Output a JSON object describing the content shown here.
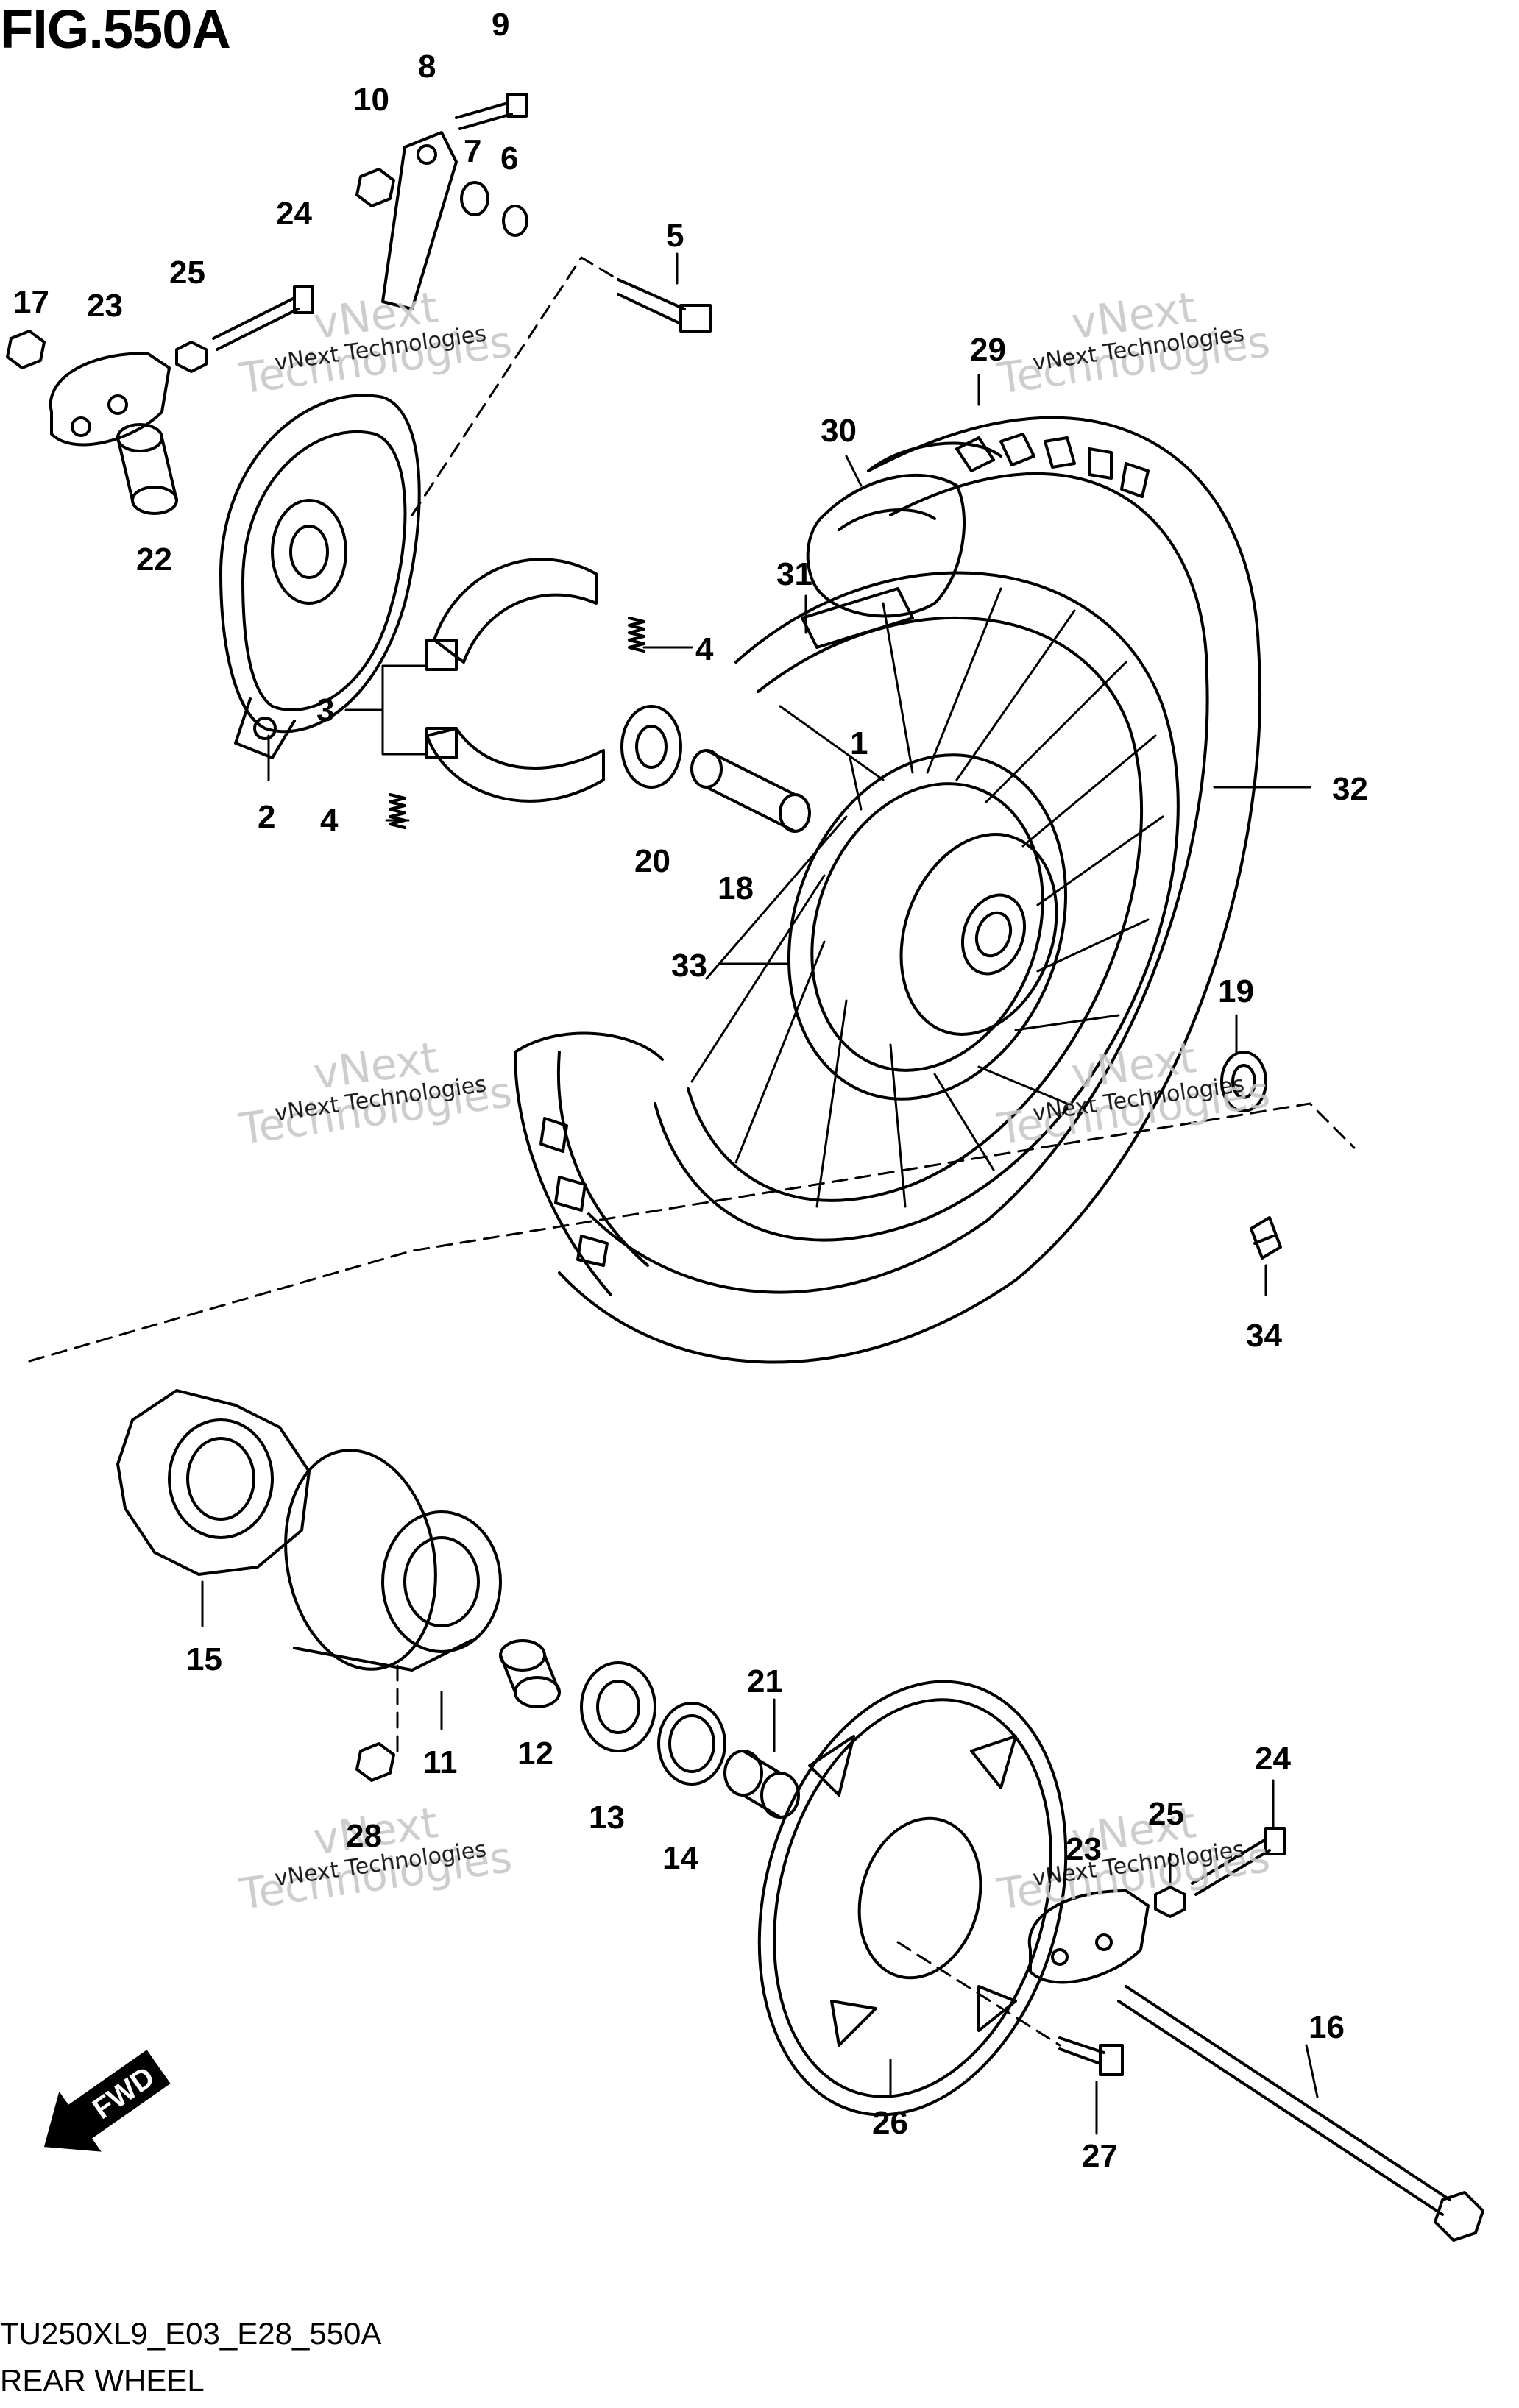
{
  "figure": {
    "title": "FIG.550A",
    "code": "TU250XL9_E03_E28_550A",
    "subtitle": "REAR WHEEL"
  },
  "direction_arrow": {
    "label": "FWD",
    "icon": "forward-arrow-icon"
  },
  "watermark": {
    "line1": "vNext Technologies",
    "line2": "vNext",
    "line3": "Technologies"
  },
  "parts": {
    "p1": "1",
    "p2": "2",
    "p3": "3",
    "p4a": "4",
    "p4b": "4",
    "p5": "5",
    "p6": "6",
    "p7": "7",
    "p8": "8",
    "p9": "9",
    "p10": "10",
    "p11": "11",
    "p12": "12",
    "p13": "13",
    "p14": "14",
    "p15": "15",
    "p16": "16",
    "p17": "17",
    "p18": "18",
    "p19": "19",
    "p20": "20",
    "p21": "21",
    "p22": "22",
    "p23a": "23",
    "p23b": "23",
    "p24a": "24",
    "p24b": "24",
    "p25a": "25",
    "p25b": "25",
    "p26": "26",
    "p27": "27",
    "p28": "28",
    "p29": "29",
    "p30": "30",
    "p31": "31",
    "p32": "32",
    "p33": "33",
    "p34": "34"
  }
}
